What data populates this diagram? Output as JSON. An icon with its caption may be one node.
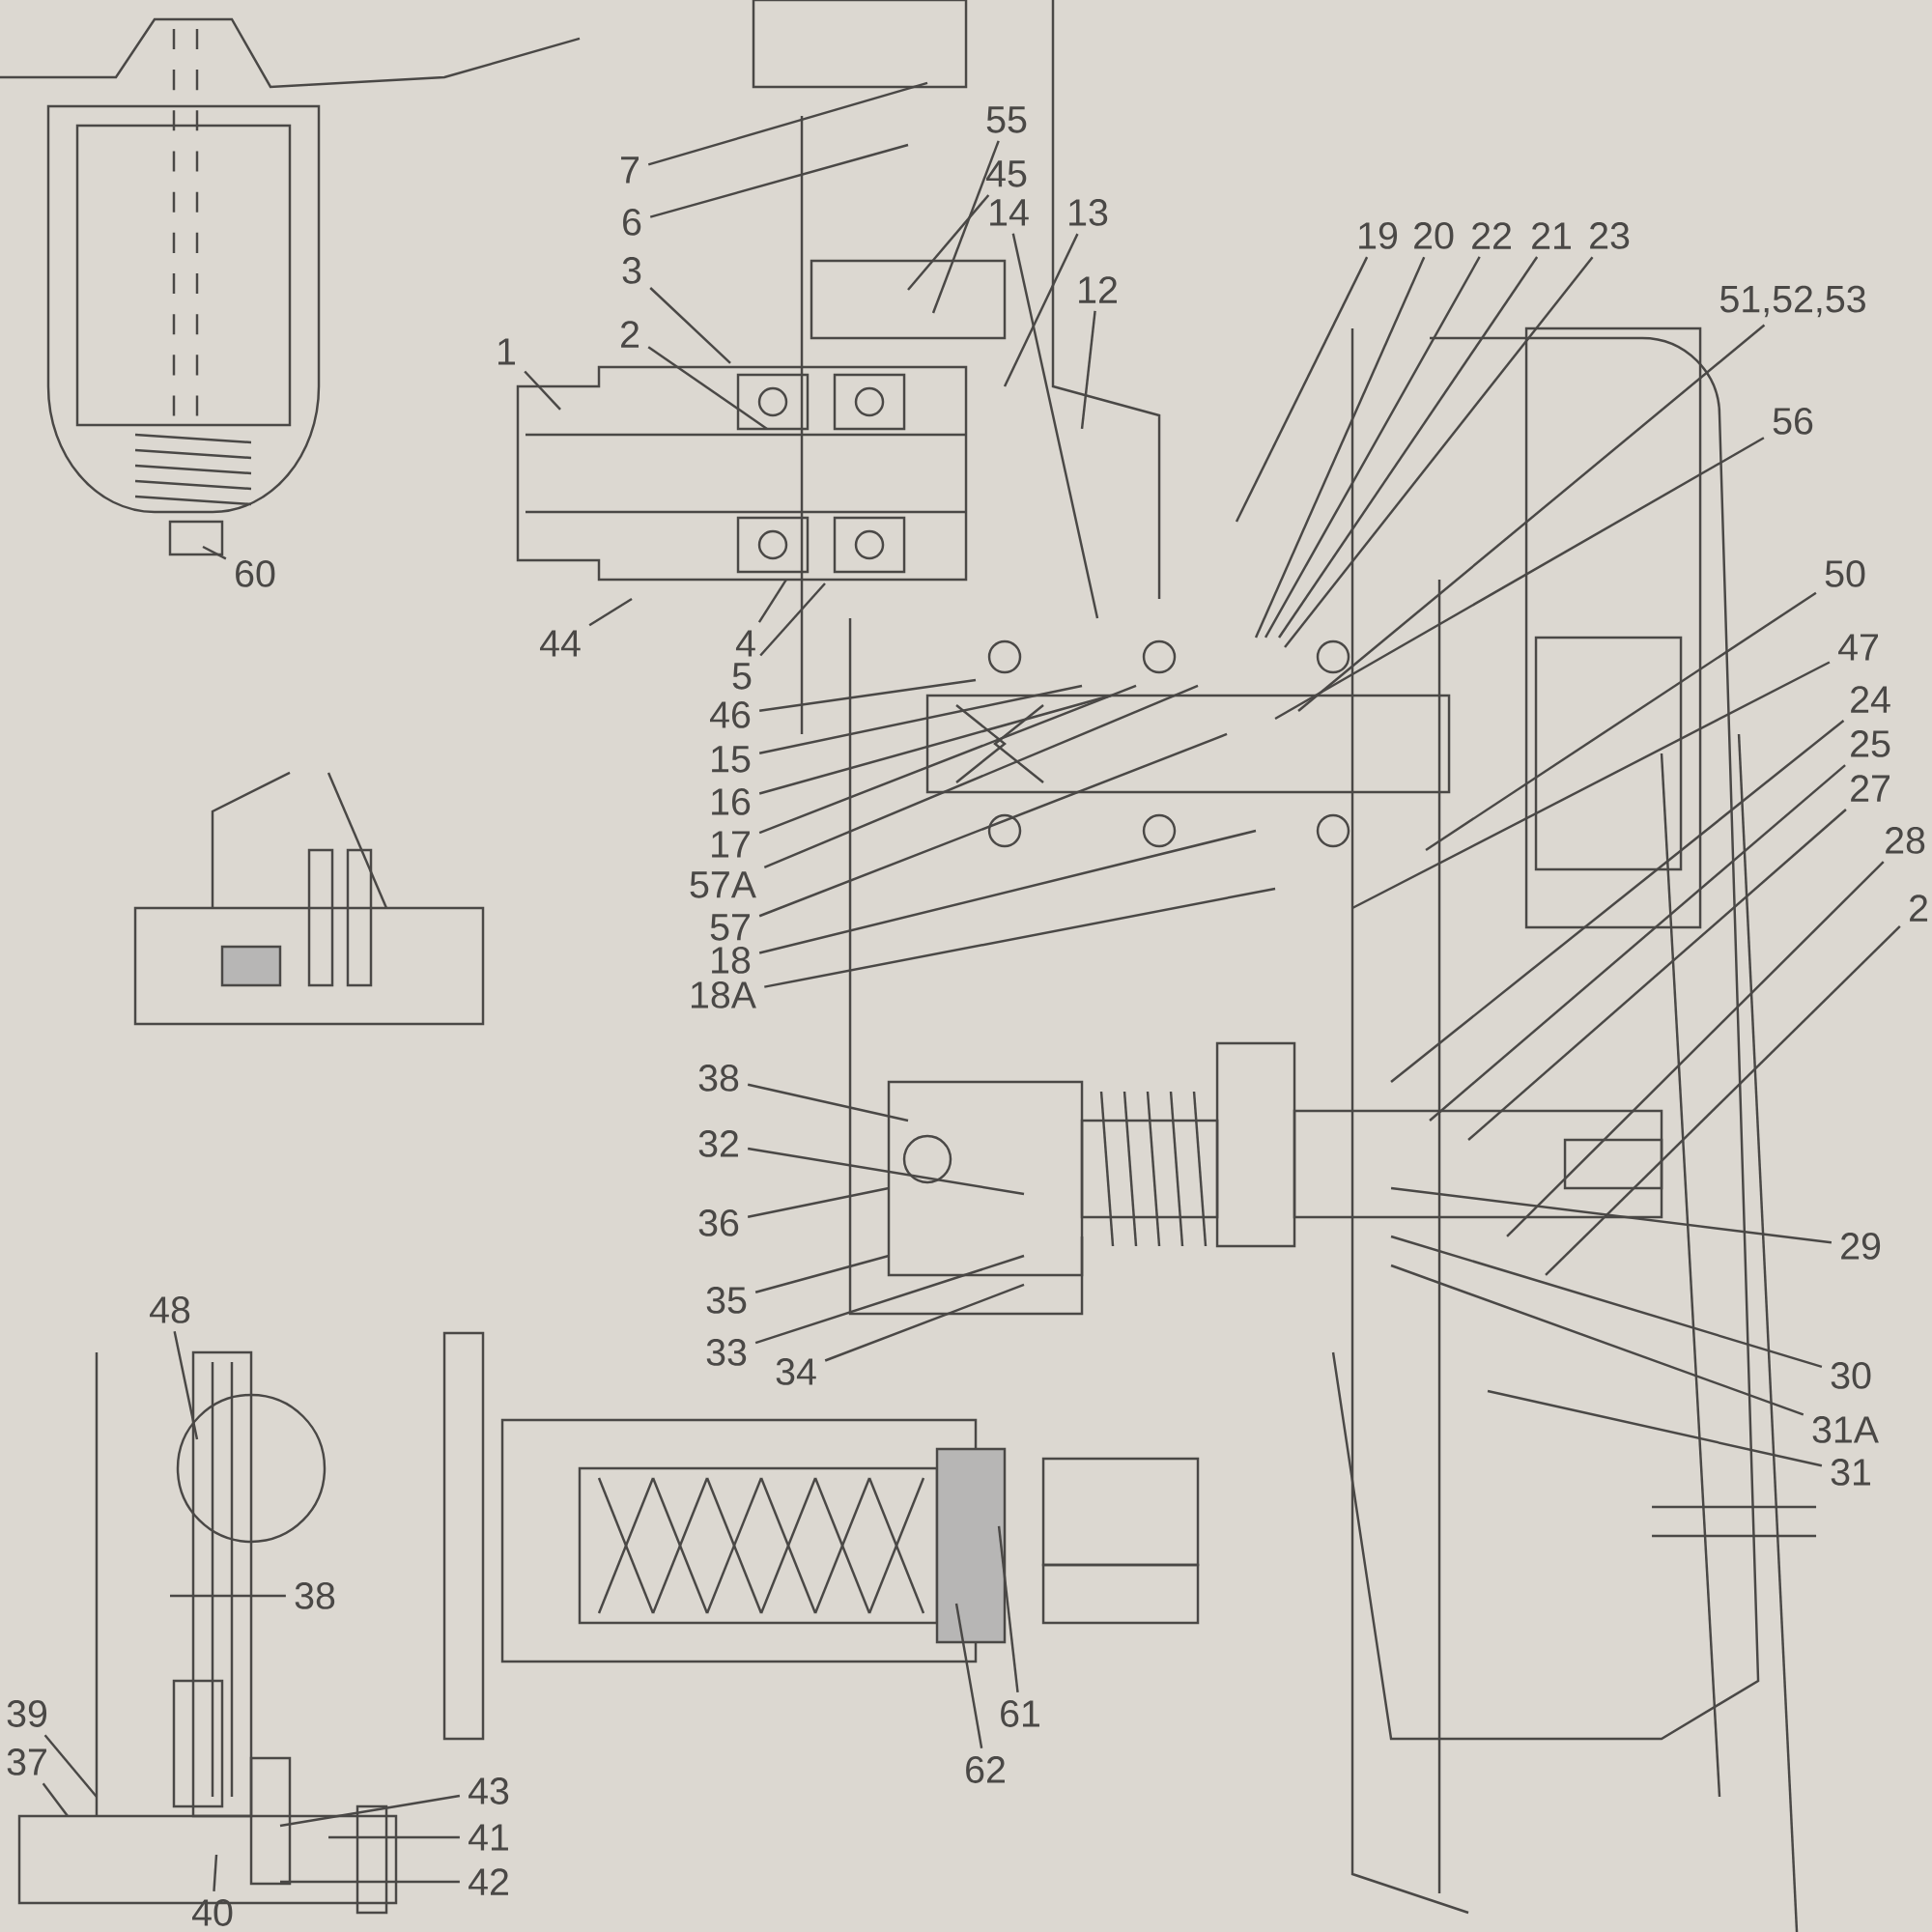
{
  "diagram": {
    "nodes": [
      {
        "text": [
          "55"
        ]
      },
      {
        "text": [
          "45"
        ]
      },
      {
        "text": [
          "7"
        ]
      },
      {
        "text": [
          "6"
        ]
      },
      {
        "text": [
          "14"
        ]
      },
      {
        "text": [
          "13"
        ]
      },
      {
        "text": [
          "3"
        ]
      },
      {
        "text": [
          "12"
        ]
      },
      {
        "text": [
          "19"
        ]
      },
      {
        "text": [
          "20"
        ]
      },
      {
        "text": [
          "22"
        ]
      },
      {
        "text": [
          "21"
        ]
      },
      {
        "text": [
          "23"
        ]
      },
      {
        "text": [
          "51,52,53"
        ]
      },
      {
        "text": [
          "2"
        ]
      },
      {
        "text": [
          "1"
        ]
      },
      {
        "text": [
          "56"
        ]
      },
      {
        "text": [
          "60"
        ]
      },
      {
        "text": [
          "50"
        ]
      },
      {
        "text": [
          "47"
        ]
      },
      {
        "text": [
          "44"
        ]
      },
      {
        "text": [
          "4"
        ]
      },
      {
        "text": [
          "24"
        ]
      },
      {
        "text": [
          "5"
        ]
      },
      {
        "text": [
          "25"
        ]
      },
      {
        "text": [
          "46"
        ]
      },
      {
        "text": [
          "27"
        ]
      },
      {
        "text": [
          "15"
        ]
      },
      {
        "text": [
          "28"
        ]
      },
      {
        "text": [
          "16"
        ]
      },
      {
        "text": [
          "17"
        ]
      },
      {
        "text": [
          "2"
        ]
      },
      {
        "text": [
          "57A"
        ]
      },
      {
        "text": [
          "57"
        ]
      },
      {
        "text": [
          "18"
        ]
      },
      {
        "text": [
          "18A"
        ]
      },
      {
        "text": [
          "38"
        ]
      },
      {
        "text": [
          "32"
        ]
      },
      {
        "text": [
          "36"
        ]
      },
      {
        "text": [
          "29"
        ]
      },
      {
        "text": [
          "35"
        ]
      },
      {
        "text": [
          "33"
        ]
      },
      {
        "text": [
          "48"
        ]
      },
      {
        "text": [
          "34"
        ]
      },
      {
        "text": [
          "30"
        ]
      },
      {
        "text": [
          "31A"
        ]
      },
      {
        "text": [
          "31"
        ]
      },
      {
        "text": [
          "38"
        ]
      },
      {
        "text": [
          "61"
        ]
      },
      {
        "text": [
          "62"
        ]
      },
      {
        "text": [
          "39"
        ]
      },
      {
        "text": [
          "37"
        ]
      },
      {
        "text": [
          "43"
        ]
      },
      {
        "text": [
          "41"
        ]
      },
      {
        "text": [
          "42"
        ]
      },
      {
        "text": [
          "40"
        ]
      }
    ],
    "edges": [
      {
        "from": 0,
        "to": null,
        "arrow": "none"
      },
      {
        "from": 1,
        "to": null,
        "arrow": "none"
      },
      {
        "from": 2,
        "to": null,
        "arrow": "none"
      },
      {
        "from": 3,
        "to": null,
        "arrow": "none"
      },
      {
        "from": 4,
        "to": null,
        "arrow": "none"
      },
      {
        "from": 5,
        "to": null,
        "arrow": "none"
      },
      {
        "from": 6,
        "to": null,
        "arrow": "none"
      },
      {
        "from": 7,
        "to": null,
        "arrow": "none"
      },
      {
        "from": 8,
        "to": null,
        "arrow": "none"
      },
      {
        "from": 9,
        "to": null,
        "arrow": "none"
      },
      {
        "from": 10,
        "to": null,
        "arrow": "none"
      },
      {
        "from": 11,
        "to": null,
        "arrow": "none"
      },
      {
        "from": 12,
        "to": null,
        "arrow": "none"
      },
      {
        "from": 13,
        "to": null,
        "arrow": "none"
      },
      {
        "from": 14,
        "to": null,
        "arrow": "none"
      },
      {
        "from": 15,
        "to": null,
        "arrow": "none"
      },
      {
        "from": 16,
        "to": null,
        "arrow": "none"
      },
      {
        "from": 17,
        "to": null,
        "arrow": "none"
      },
      {
        "from": 18,
        "to": null,
        "arrow": "none"
      },
      {
        "from": 19,
        "to": null,
        "arrow": "none"
      },
      {
        "from": 20,
        "to": null,
        "arrow": "none"
      },
      {
        "from": 21,
        "to": null,
        "arrow": "none"
      },
      {
        "from": 22,
        "to": null,
        "arrow": "none"
      },
      {
        "from": 23,
        "to": null,
        "arrow": "none"
      },
      {
        "from": 24,
        "to": null,
        "arrow": "none"
      },
      {
        "from": 25,
        "to": null,
        "arrow": "none"
      },
      {
        "from": 26,
        "to": null,
        "arrow": "none"
      },
      {
        "from": 27,
        "to": null,
        "arrow": "none"
      },
      {
        "from": 28,
        "to": null,
        "arrow": "none"
      },
      {
        "from": 29,
        "to": null,
        "arrow": "none"
      },
      {
        "from": 30,
        "to": null,
        "arrow": "none"
      },
      {
        "from": 31,
        "to": null,
        "arrow": "none"
      },
      {
        "from": 32,
        "to": null,
        "arrow": "none"
      },
      {
        "from": 33,
        "to": null,
        "arrow": "none"
      },
      {
        "from": 34,
        "to": null,
        "arrow": "none"
      },
      {
        "from": 35,
        "to": null,
        "arrow": "none"
      },
      {
        "from": 36,
        "to": null,
        "arrow": "none"
      },
      {
        "from": 37,
        "to": null,
        "arrow": "none"
      },
      {
        "from": 38,
        "to": null,
        "arrow": "none"
      },
      {
        "from": 39,
        "to": null,
        "arrow": "none"
      },
      {
        "from": 40,
        "to": null,
        "arrow": "none"
      },
      {
        "from": 41,
        "to": null,
        "arrow": "none"
      },
      {
        "from": 42,
        "to": null,
        "arrow": "none"
      },
      {
        "from": 43,
        "to": null,
        "arrow": "none"
      },
      {
        "from": 44,
        "to": null,
        "arrow": "none"
      },
      {
        "from": 45,
        "to": null,
        "arrow": "none"
      },
      {
        "from": 46,
        "to": null,
        "arrow": "none"
      },
      {
        "from": 47,
        "to": null,
        "arrow": "none"
      },
      {
        "from": 48,
        "to": null,
        "arrow": "none"
      },
      {
        "from": 49,
        "to": null,
        "arrow": "none"
      },
      {
        "from": 50,
        "to": null,
        "arrow": "none"
      },
      {
        "from": 51,
        "to": null,
        "arrow": "none"
      },
      {
        "from": 52,
        "to": null,
        "arrow": "none"
      },
      {
        "from": 53,
        "to": null,
        "arrow": "none"
      },
      {
        "from": 54,
        "to": null,
        "arrow": "none"
      },
      {
        "from": 55,
        "to": null,
        "arrow": "none"
      }
    ]
  }
}
